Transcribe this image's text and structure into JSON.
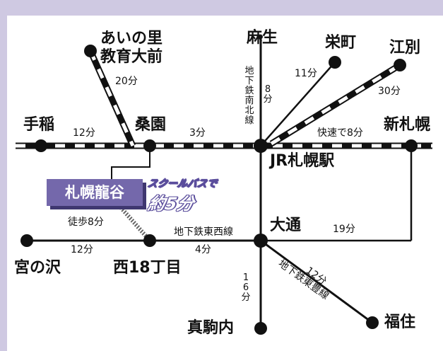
{
  "stations": {
    "ainosato_1": "あいの里",
    "ainosato_2": "教育大前",
    "asabu": "麻生",
    "sakaemachi": "栄町",
    "ebetsu": "江別",
    "teine": "手稲",
    "soen": "桑園",
    "shinsapporo": "新札幌",
    "sapporo": "JR札幌駅",
    "odori": "大通",
    "miyanosawa": "宮の沢",
    "nishi18": "西18丁目",
    "makomanai": "真駒内",
    "fukuzumi": "福住"
  },
  "times": {
    "ainosato_soen": "20分",
    "teine_soen": "12分",
    "soen_sapporo": "3分",
    "sakaemachi": "11分",
    "ebetsu": "30分",
    "shinsapporo": "快速で8分",
    "odori_shinsapporo": "19分",
    "miyanosawa_nishi18": "12分",
    "nishi18_odori": "4分",
    "walk": "徒歩8分",
    "asabu_sapporo": "8分",
    "makomanai": "16分",
    "fukuzumi": "12分"
  },
  "lines": {
    "namboku": "地下鉄南北線",
    "tozai": "地下鉄東西線",
    "toho": "地下鉄東豊線"
  },
  "school": {
    "name": "札幌龍谷",
    "bus_caption": "スクールバスで",
    "bus_time": "約5分"
  }
}
